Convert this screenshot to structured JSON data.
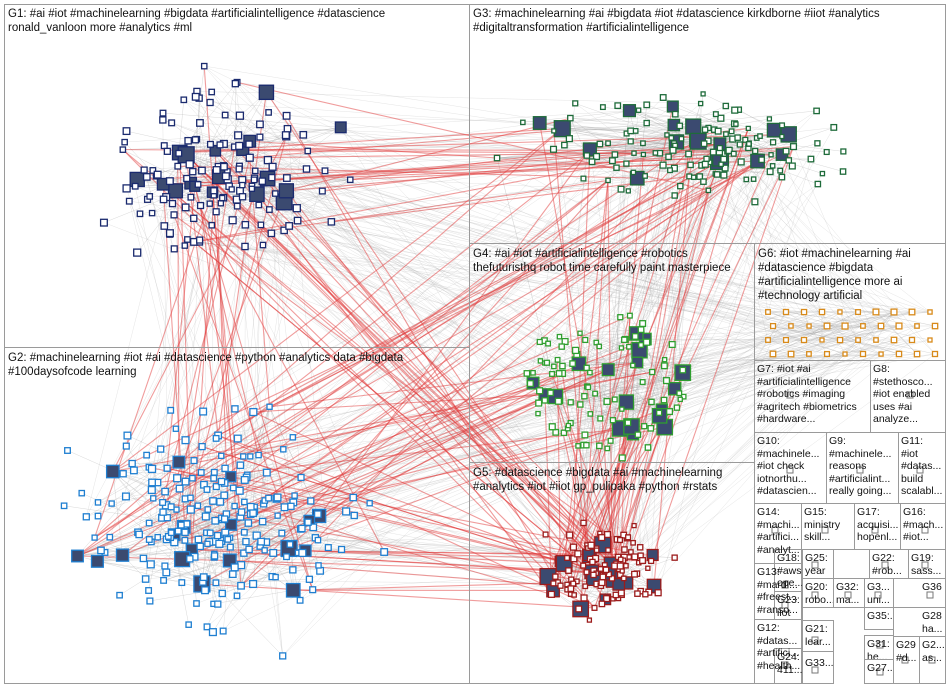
{
  "groups": [
    {
      "id": "G1",
      "label": "G1: #ai #iot #machinelearning #bigdata #artificialintelligence #datascience\nronald_vanloon more #analytics #ml",
      "color": "#1a2a6e"
    },
    {
      "id": "G2",
      "label": "G2: #machinelearning #iot #ai #datascience #python #analytics data #bigdata\n#100daysofcode learning",
      "color": "#1f7fd1"
    },
    {
      "id": "G3",
      "label": "G3: #machinelearning #ai #bigdata #iot #datascience kirkdborne #iiot #analytics\n#digitaltransformation #artificialintelligence",
      "color": "#1e6b3a"
    },
    {
      "id": "G4",
      "label": "G4: #ai #iot #artificialintelligence #robotics\nthefuturisthq robot time carefully paint masterpiece",
      "color": "#2f9e2f"
    },
    {
      "id": "G5",
      "label": "G5: #datascience #bigdata #ai #machinelearning\n#analytics #iot #iiot gp_pulipaka #python #rstats",
      "color": "#9c1b1b"
    },
    {
      "id": "G6",
      "label": "G6: #iot #machinelearning #ai\n#datascience #bigdata\n#artificialintelligence more ai\n#technology artificial",
      "color": "#d88a1a"
    },
    {
      "id": "G7",
      "label": "G7: #iot #ai\n#artificialintelligence\n#robotics #imaging\n#agritech #biometrics\n#hardware...",
      "color": "#888"
    },
    {
      "id": "G8",
      "label": "G8:\n#stethosco...\n#iot enabled\nuses #ai\nanalyze...",
      "color": "#888"
    },
    {
      "id": "G10",
      "label": "G10:\n#machinele...\n#iot check\niotnorthu...\n#datascien...",
      "color": "#888"
    },
    {
      "id": "G9",
      "label": "G9:\n#machinele...\nreasons\n#artificialint...\nreally going...",
      "color": "#888"
    },
    {
      "id": "G11",
      "label": "G11:\n#iot\n#datas...\nbuild\nscalabl...",
      "color": "#888"
    },
    {
      "id": "G14",
      "label": "G14:\n#machi...\n#artifici...\n#analyt...",
      "color": "#888"
    },
    {
      "id": "G15",
      "label": "G15:\nministry\nskill...",
      "color": "#888"
    },
    {
      "id": "G17",
      "label": "G17:\nacquisi...\nhopenl...",
      "color": "#888"
    },
    {
      "id": "G16",
      "label": "G16:\n#mach...\n#iot...",
      "color": "#888"
    },
    {
      "id": "G13",
      "label": "G13:\n#mardi...\n#freest...\n#ranso...",
      "color": "#888"
    },
    {
      "id": "G18",
      "label": "G18:\n#aws\nope...",
      "color": "#888"
    },
    {
      "id": "G25",
      "label": "G25:\nyear",
      "color": "#888"
    },
    {
      "id": "G22",
      "label": "G22:\n#rob...",
      "color": "#888"
    },
    {
      "id": "G19",
      "label": "G19:\nsass...",
      "color": "#888"
    },
    {
      "id": "G20",
      "label": "G20:\nrobo...",
      "color": "#888"
    },
    {
      "id": "G32",
      "label": "G32:\nma...",
      "color": "#888"
    },
    {
      "id": "G3x",
      "label": "G3...\nuni...",
      "color": "#888"
    },
    {
      "id": "G36",
      "label": "G36",
      "color": "#888"
    },
    {
      "id": "G23",
      "label": "G23:\niiot",
      "color": "#888"
    },
    {
      "id": "G35",
      "label": "G35:...",
      "color": "#888"
    },
    {
      "id": "G28",
      "label": "G28\nha...",
      "color": "#888"
    },
    {
      "id": "G12",
      "label": "G12:\n#datas...\n#artifici...\n#health...",
      "color": "#888"
    },
    {
      "id": "G21",
      "label": "G21:\nlear...",
      "color": "#888"
    },
    {
      "id": "G31",
      "label": "G31:\nhe...",
      "color": "#888"
    },
    {
      "id": "G24",
      "label": "G24:\n411...",
      "color": "#888"
    },
    {
      "id": "G33",
      "label": "G33...",
      "color": "#888"
    },
    {
      "id": "G27",
      "label": "G27...",
      "color": "#888"
    },
    {
      "id": "G29",
      "label": "G29\n#d...",
      "color": "#888"
    },
    {
      "id": "G2b",
      "label": "G2...\nas...",
      "color": "#888"
    }
  ],
  "colors": {
    "edge": "#a8a8a8",
    "edge_strong": "#e23a3a",
    "box_border": "#9a9a9a"
  }
}
